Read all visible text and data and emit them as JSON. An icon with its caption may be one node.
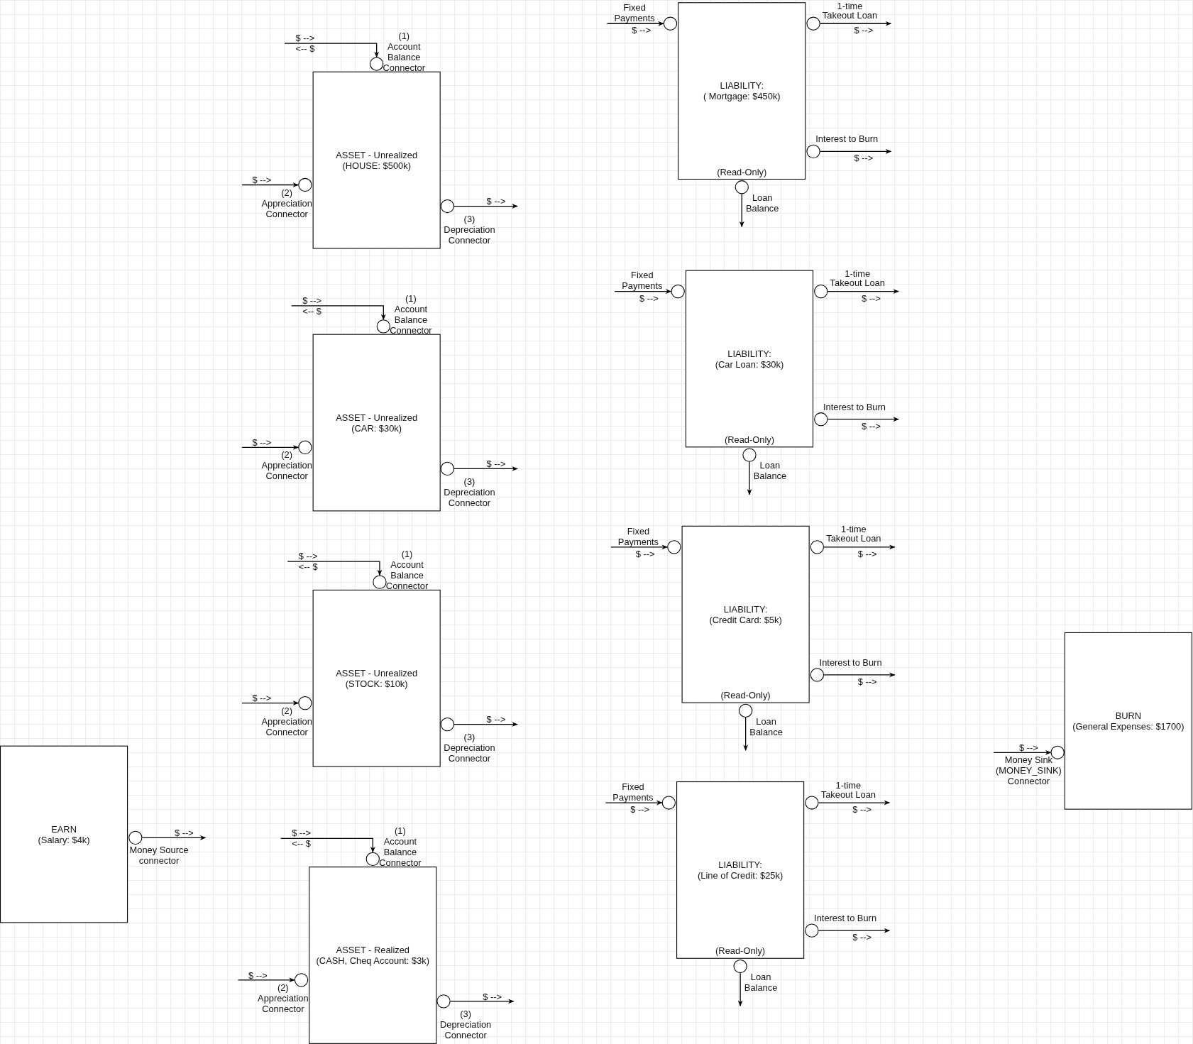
{
  "diagram": {
    "nodes": [
      {
        "text": [
          "ASSET - Unrealized",
          "(HOUSE: $500k)"
        ]
      },
      {
        "text": [],
        "shape": "circle",
        "beside": [
          "(1) Account Balance Connector"
        ]
      },
      {
        "text": [],
        "shape": "circle",
        "beside": [
          "(2) Appreciation Connector"
        ]
      },
      {
        "text": [],
        "shape": "circle",
        "beside": [
          "(3) Depreciation Connector"
        ]
      },
      {
        "text": [
          "ASSET - Unrealized",
          "(CAR: $30k)"
        ]
      },
      {
        "text": [],
        "shape": "circle",
        "beside": [
          "(1) Account Balance Connector"
        ]
      },
      {
        "text": [],
        "shape": "circle",
        "beside": [
          "(2) Appreciation Connector"
        ]
      },
      {
        "text": [],
        "shape": "circle",
        "beside": [
          "(3) Depreciation Connector"
        ]
      },
      {
        "text": [
          "ASSET - Unrealized",
          "(STOCK: $10k)"
        ]
      },
      {
        "text": [],
        "shape": "circle",
        "beside": [
          "(1) Account Balance Connector"
        ]
      },
      {
        "text": [],
        "shape": "circle",
        "beside": [
          "(2) Appreciation Connector"
        ]
      },
      {
        "text": [],
        "shape": "circle",
        "beside": [
          "(3) Depreciation Connector"
        ]
      },
      {
        "text": [
          "ASSET - Realized",
          "(CASH, Cheq Account: $3k)"
        ]
      },
      {
        "text": [],
        "shape": "circle",
        "beside": [
          "(1) Account Balance Connector"
        ]
      },
      {
        "text": [],
        "shape": "circle",
        "beside": [
          "(2) Appreciation Connector"
        ]
      },
      {
        "text": [],
        "shape": "circle",
        "beside": [
          "(3) Depreciation Connector"
        ]
      },
      {
        "text": [
          "EARN",
          "(Salary: $4k)"
        ]
      },
      {
        "text": [],
        "shape": "circle",
        "beside": [
          "Money Source connector"
        ]
      },
      {
        "text": [
          "LIABILITY:",
          "( Mortgage: $450k)",
          "(Read-Only)"
        ]
      },
      {
        "text": [],
        "shape": "circle",
        "beside": [
          "Fixed Payments"
        ]
      },
      {
        "text": [],
        "shape": "circle",
        "beside": [
          "1-time Takeout Loan"
        ]
      },
      {
        "text": [],
        "shape": "circle",
        "beside": [
          "Interest to Burn"
        ]
      },
      {
        "text": [],
        "shape": "circle",
        "beside": [
          "Loan Balance"
        ]
      },
      {
        "text": [
          "LIABILITY:",
          "(Car Loan: $30k)",
          "(Read-Only)"
        ]
      },
      {
        "text": [],
        "shape": "circle",
        "beside": [
          "Fixed Payments"
        ]
      },
      {
        "text": [],
        "shape": "circle",
        "beside": [
          "1-time Takeout Loan"
        ]
      },
      {
        "text": [],
        "shape": "circle",
        "beside": [
          "Interest to Burn"
        ]
      },
      {
        "text": [],
        "shape": "circle",
        "beside": [
          "Loan Balance"
        ]
      },
      {
        "text": [
          "LIABILITY:",
          "(Credit Card: $5k)",
          "(Read-Only)"
        ]
      },
      {
        "text": [],
        "shape": "circle",
        "beside": [
          "Fixed Payments"
        ]
      },
      {
        "text": [],
        "shape": "circle",
        "beside": [
          "1-time Takeout Loan"
        ]
      },
      {
        "text": [],
        "shape": "circle",
        "beside": [
          "Interest to Burn"
        ]
      },
      {
        "text": [],
        "shape": "circle",
        "beside": [
          "Loan Balance"
        ]
      },
      {
        "text": [
          "LIABILITY:",
          "(Line of Credit: $25k)",
          "(Read-Only)"
        ]
      },
      {
        "text": [],
        "shape": "circle",
        "beside": [
          "Fixed Payments"
        ]
      },
      {
        "text": [],
        "shape": "circle",
        "beside": [
          "1-time Takeout Loan"
        ]
      },
      {
        "text": [],
        "shape": "circle",
        "beside": [
          "Interest to Burn"
        ]
      },
      {
        "text": [],
        "shape": "circle",
        "beside": [
          "Loan Balance"
        ]
      },
      {
        "text": [
          "BURN",
          "(General Expenses: $1700)"
        ]
      },
      {
        "text": [],
        "shape": "circle",
        "beside": [
          "Money Sink (MONEY_SINK) Connector"
        ]
      }
    ],
    "edges": [
      {
        "from": null,
        "to": 1,
        "arrow": "to",
        "label": "$ -->"
      },
      {
        "from": null,
        "to": 2,
        "arrow": "to",
        "label": "$ -->"
      },
      {
        "from": 3,
        "to": null,
        "arrow": "to",
        "label": "$ -->"
      },
      {
        "from": null,
        "to": 5,
        "arrow": "to",
        "label": "$ -->"
      },
      {
        "from": null,
        "to": 6,
        "arrow": "to",
        "label": "$ -->"
      },
      {
        "from": 7,
        "to": null,
        "arrow": "to",
        "label": "$ -->"
      },
      {
        "from": null,
        "to": 9,
        "arrow": "to",
        "label": "$ -->"
      },
      {
        "from": null,
        "to": 10,
        "arrow": "to",
        "label": "$ -->"
      },
      {
        "from": 11,
        "to": null,
        "arrow": "to",
        "label": "$ -->"
      },
      {
        "from": null,
        "to": 13,
        "arrow": "to",
        "label": "$ -->"
      },
      {
        "from": null,
        "to": 14,
        "arrow": "to",
        "label": "$ -->"
      },
      {
        "from": 15,
        "to": null,
        "arrow": "to",
        "label": "$ -->"
      },
      {
        "from": 17,
        "to": null,
        "arrow": "to",
        "label": "$ -->"
      },
      {
        "from": null,
        "to": 19,
        "arrow": "to",
        "label": "$ -->"
      },
      {
        "from": 20,
        "to": null,
        "arrow": "to",
        "label": "$ -->"
      },
      {
        "from": 21,
        "to": null,
        "arrow": "to",
        "label": "$ -->"
      },
      {
        "from": 22,
        "to": null,
        "arrow": "to"
      },
      {
        "from": null,
        "to": 24,
        "arrow": "to",
        "label": "$ -->"
      },
      {
        "from": 25,
        "to": null,
        "arrow": "to",
        "label": "$ -->"
      },
      {
        "from": 26,
        "to": null,
        "arrow": "to",
        "label": "$ -->"
      },
      {
        "from": 27,
        "to": null,
        "arrow": "to"
      },
      {
        "from": null,
        "to": 29,
        "arrow": "to",
        "label": "$ -->"
      },
      {
        "from": 30,
        "to": null,
        "arrow": "to",
        "label": "$ -->"
      },
      {
        "from": 31,
        "to": null,
        "arrow": "to",
        "label": "$ -->"
      },
      {
        "from": 32,
        "to": null,
        "arrow": "to"
      },
      {
        "from": null,
        "to": 34,
        "arrow": "to",
        "label": "$ -->"
      },
      {
        "from": 35,
        "to": null,
        "arrow": "to",
        "label": "$ -->"
      },
      {
        "from": 36,
        "to": null,
        "arrow": "to",
        "label": "$ -->"
      },
      {
        "from": 37,
        "to": null,
        "arrow": "to"
      },
      {
        "from": null,
        "to": 39,
        "arrow": "to",
        "label": "$ -->"
      }
    ],
    "labels": [
      "<-- $",
      "<-- $",
      "<-- $",
      "<-- $"
    ]
  }
}
